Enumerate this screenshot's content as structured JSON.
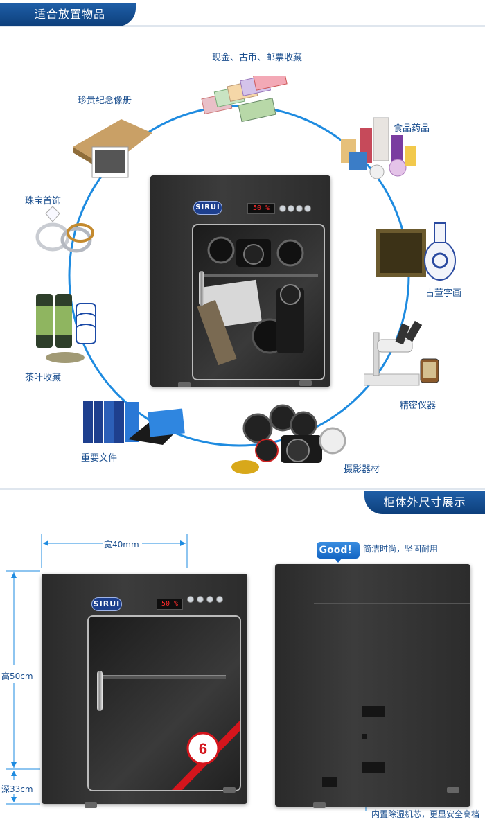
{
  "section1": {
    "title": "适合放置物品"
  },
  "section2": {
    "title": "柜体外尺寸展示"
  },
  "items": [
    {
      "label": "现金、古币、邮票收藏"
    },
    {
      "label": "食品药品"
    },
    {
      "label": "古董字画"
    },
    {
      "label": "精密仪器"
    },
    {
      "label": "摄影器材"
    },
    {
      "label": "重要文件"
    },
    {
      "label": "茶叶收藏"
    },
    {
      "label": "珠宝首饰"
    },
    {
      "label": "珍贵纪念像册"
    }
  ],
  "cabinet": {
    "brand": "SIRUI",
    "display": "50 %"
  },
  "dimensions": {
    "width": "宽40mm",
    "height": "高50cm",
    "depth": "深33cm"
  },
  "badge": {
    "good": "Good！",
    "good_text": "简洁时尚，坚固耐用",
    "bottom_note": "内置除湿机芯，更显安全高档",
    "warranty": "6"
  },
  "colors": {
    "accent": "#1f5fa8",
    "ring": "#1e8be0",
    "display_red": "#ff2b2b"
  }
}
